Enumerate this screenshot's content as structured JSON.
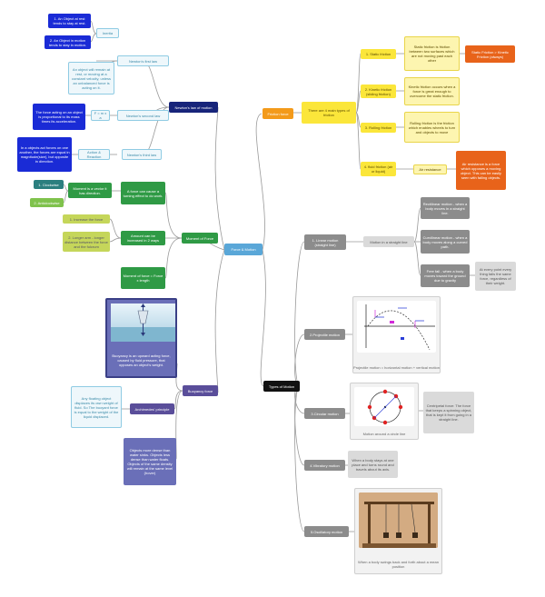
{
  "center": "Force & Motion",
  "newton": {
    "root": "Newton's law of motion",
    "first": {
      "label": "Newton's first law",
      "inertia": "Inertia",
      "statements": [
        "1. An Object at rest tends to stay at rest.",
        "2. An Object in motion tends to stay in motion."
      ],
      "note": "An object will remain at rest, or moving at a constant velocity, unless an unbalanced force is acting on it."
    },
    "second": {
      "label": "Newton's second law",
      "formula": "F = m x a",
      "note": "The force acting on an object is proportional to its mass times its acceleration."
    },
    "third": {
      "label": "Newton's third law",
      "action": "Action & Reaction",
      "note": "In a objects act forces on one another, the forces are equal in magnitude(size), but opposite in direction."
    }
  },
  "moment": {
    "root": "Moment of Force",
    "vector": "Moment is a vector it has direction.",
    "clockwise": "1. Clockwise",
    "anticlockwise": "2. Anticlockwise",
    "turning": "A force can cause a turning effect to do work.",
    "increase": "Amount can be increased in 2 ways",
    "ways": [
      "1. Increase the force",
      "2. Longer arm - longer distance between the force and the fulcrum"
    ],
    "formula": "Moment of force = Force x length"
  },
  "buoyancy": {
    "root": "Buoyancy force",
    "definition": "Buoyancy is an upward acting force, caused by fluid pressure, that opposes an object's weight.",
    "archimedes": "Archimedes' principle",
    "principle": "Any floating object displaces its own weight of fluid. So The buoyant force is equal to the weight of the liquid displaced.",
    "density": "Objects more dense than water sinks. Objects less dense than water floats. Objects of the same density will remain at the same level (hover)"
  },
  "friction": {
    "root": "Friction force",
    "types_intro": "There are 4 main types of friction",
    "items": [
      {
        "label": "1. Static friction",
        "desc": "Static friction is friction between two surfaces which are not moving past each other"
      },
      {
        "label": "2. Kinetic friction (sliding friction)",
        "desc": "Kinetic friction occurs when a force is great enough to overcome the static friction."
      },
      {
        "label": "3. Rolling friction",
        "desc": "Rolling friction is the friction which enables wheels to turn and objects to move"
      },
      {
        "label": "4. fluid friction (air or liquid)",
        "desc": "Air resistance"
      }
    ],
    "compare": "Static Friction > Kinetic Friction (always)",
    "air_note": "Air resistance is a force which opposes a moving object. This can be easily seen with falling objects."
  },
  "motion": {
    "root": "Types of Motion",
    "linear": {
      "label": "1. Linear motion (straight line)",
      "sub": "Motion in a straight line",
      "items": [
        "Rectilinear motion - when a body moves in a straight line.",
        "Curvilinear motion - when a body moves along a curved path.",
        "Free fall - when a body moves toward the ground due to gravity"
      ],
      "freefall_note": "At every point every thing falls the same force, regardless of their weight."
    },
    "projectile": {
      "label": "2.Projectile motion",
      "caption": "Projectile motion = horizontal motion + vertical motion"
    },
    "circular": {
      "label": "3.Circular motion",
      "caption": "Motion around a circle line",
      "note": "Centripetal force: The force that keeps a spinning object, that is kept it from going in a straight line."
    },
    "vibratory": {
      "label": "4.Vibratory motion",
      "note": "When a body stays at one place and turns round and travels about its axis."
    },
    "oscillatory": {
      "label": "5.Oscillatory motion",
      "caption": "When a body swings back and forth about a mean position"
    }
  }
}
